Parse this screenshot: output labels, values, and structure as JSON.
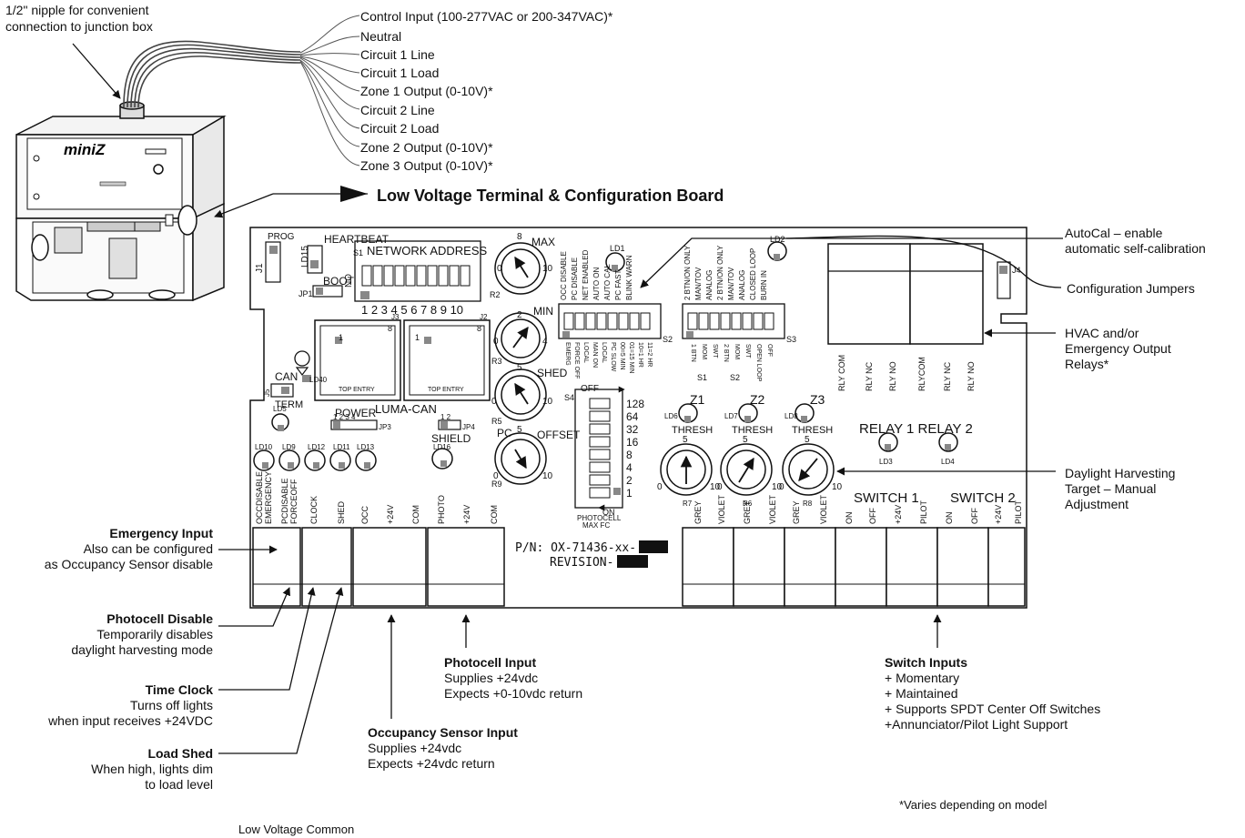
{
  "nipple_callout": [
    "1/2\" nipple for convenient",
    "connection to junction box"
  ],
  "wires": [
    "Control Input (100-277VAC or 200-347VAC)*",
    "Neutral",
    "Circuit 1 Line",
    "Circuit 1 Load",
    "Zone 1 Output (0-10V)*",
    "Circuit 2 Line",
    "Circuit 2 Load",
    "Zone 2 Output (0-10V)*",
    "Zone 3 Output (0-10V)*"
  ],
  "board_title": "Low Voltage Terminal & Configuration Board",
  "enclosure_brand": "miniZ",
  "right_callouts": {
    "autocal": [
      "AutoCal – enable",
      "automatic self-calibration"
    ],
    "config_jumpers": "Configuration Jumpers",
    "relays": [
      "HVAC and/or",
      "Emergency Output",
      "Relays*"
    ],
    "daylight": [
      "Daylight Harvesting",
      "Target – Manual",
      "Adjustment"
    ]
  },
  "left_callouts": {
    "emergency": {
      "title": "Emergency Input",
      "lines": [
        "Also can be configured",
        "as Occupancy Sensor disable"
      ]
    },
    "photocell_disable": {
      "title": "Photocell Disable",
      "lines": [
        "Temporarily disables",
        "daylight harvesting mode"
      ]
    },
    "time_clock": {
      "title": "Time Clock",
      "lines": [
        "Turns off lights",
        "when input receives +24VDC"
      ]
    },
    "load_shed": {
      "title": "Load Shed",
      "lines": [
        "When high, lights dim",
        "to load level"
      ]
    }
  },
  "bottom_callouts": {
    "photocell_input": {
      "title": "Photocell Input",
      "lines": [
        "Supplies +24vdc",
        "Expects +0-10vdc return"
      ]
    },
    "occupancy_input": {
      "title": "Occupancy Sensor Input",
      "lines": [
        "Supplies +24vdc",
        "Expects +24vdc return"
      ]
    },
    "switch_inputs": {
      "title": "Switch Inputs",
      "lines": [
        "+ Momentary",
        "+ Maintained",
        "+ Supports SPDT Center Off Switches",
        "+Annunciator/Pilot Light Support"
      ]
    },
    "low_voltage_common": "Low Voltage Common",
    "footnote": "*Varies depending on model"
  },
  "board": {
    "prog": "PROG",
    "j1": "J1",
    "heartbeat": "HEARTBEAT",
    "ld15": "LD15",
    "s1": "S1",
    "network_address": "NETWORK ADDRESS",
    "no": "NO",
    "address_numbers": "1 2 3 4 5 6 7 8 9 10",
    "boot": "BOOT",
    "jp1": "JP1",
    "r2": "R2",
    "max": "MAX",
    "min": "MIN",
    "shed": "SHED",
    "pc": "PC",
    "offset": "OFFSET",
    "r3": "R3",
    "r5": "R5",
    "r9": "R9",
    "ld1": "LD1",
    "ld2": "LD2",
    "j4": "J4",
    "s2_labels_top": [
      "OCC DISABLE",
      "PC DISABLE",
      "NET ENABLED",
      "AUTO ON",
      "AUTO CAL",
      "PC FAST",
      "BLINK WARN"
    ],
    "s2_labels_bottom": [
      "EMERG",
      "FORCE OFF",
      "LOCAL",
      "MAN ON",
      "LOCAL",
      "PC SLOW",
      "00=5 MIN",
      "01=15 MIN",
      "10=1 HR",
      "11=2 HR"
    ],
    "s2": "S2",
    "s3_labels_top": [
      "2 BTN/ON ONLY",
      "MAN/TOV",
      "ANALOG",
      "2 BTN/ON ONLY",
      "MAN/TOV",
      "ANALOG",
      "CLOSED LOOP",
      "BURN IN"
    ],
    "s3_labels_bottom": [
      "1 BTN",
      "MOM",
      "SWT",
      "2 BTN",
      "MOM",
      "SWT",
      "OPEN LOOP",
      "OFF"
    ],
    "s1_bottom": "S1",
    "s2_bottom": "S2",
    "s3": "S3",
    "jack1_pin": "1",
    "jack1_pin8": "8",
    "jack2_pin": "1",
    "jack2_pin8": "8",
    "j3": "J3",
    "j2": "J2",
    "top_entry": "TOP ENTRY",
    "top_entry2": "TOP ENTRY",
    "luma_can": "LUMA-CAN",
    "can": "CAN",
    "term": "TERM",
    "j5": "J5",
    "ld40": "LD40",
    "ld5": "LD5",
    "power": "POWER",
    "jp3_nums": "1  2  3  4",
    "jp3": "JP3",
    "jp4_nums": "1  2",
    "jp4": "JP4",
    "shield": "SHIELD",
    "ld16": "LD16",
    "leds_left": [
      "LD10",
      "LD9",
      "LD12",
      "LD11",
      "LD13"
    ],
    "s4": "S4",
    "off": "OFF",
    "dip_values": [
      "128",
      "64",
      "32",
      "16",
      "8",
      "4",
      "2",
      "1"
    ],
    "on": "ON",
    "photocell_max": "PHOTOCELL",
    "max_fc": "MAX FC",
    "zones": [
      {
        "z": "Z1",
        "ld": "LD6",
        "thresh": "THRESH",
        "r": "R7"
      },
      {
        "z": "Z2",
        "ld": "LD7",
        "thresh": "THRESH",
        "r": "R6"
      },
      {
        "z": "Z3",
        "ld": "LD8",
        "thresh": "THRESH",
        "r": "R8"
      }
    ],
    "relay_labels": "RELAY 1  RELAY 2",
    "ld3": "LD3",
    "ld4": "LD4",
    "relay_terms": [
      "RLY COM",
      "RLY NC",
      "RLY NO",
      "RLYCOM",
      "RLY NC",
      "RLY NO"
    ],
    "left_terms": [
      "OCCDISABLE EMERGENCY",
      "PCDISABLE FORCEOFF",
      "CLOCK",
      "SHED",
      "OCC",
      "+24V",
      "COM",
      "PHOTO",
      "+24V",
      "COM"
    ],
    "right_terms": [
      "GREY",
      "VIOLET",
      "GREY",
      "VIOLET",
      "GREY",
      "VIOLET",
      "ON",
      "OFF",
      "+24V",
      "PILOT",
      "ON",
      "OFF",
      "+24V",
      "PILOT"
    ],
    "switch1": "SWITCH 1",
    "switch2": "SWITCH 2",
    "pn": "P/N:  OX-71436-xx-",
    "revision": "REVISION-",
    "dial_nums": {
      "zero": "0",
      "five": "5",
      "ten": "10",
      "eight": "8",
      "two": "2",
      "four": "4"
    }
  }
}
